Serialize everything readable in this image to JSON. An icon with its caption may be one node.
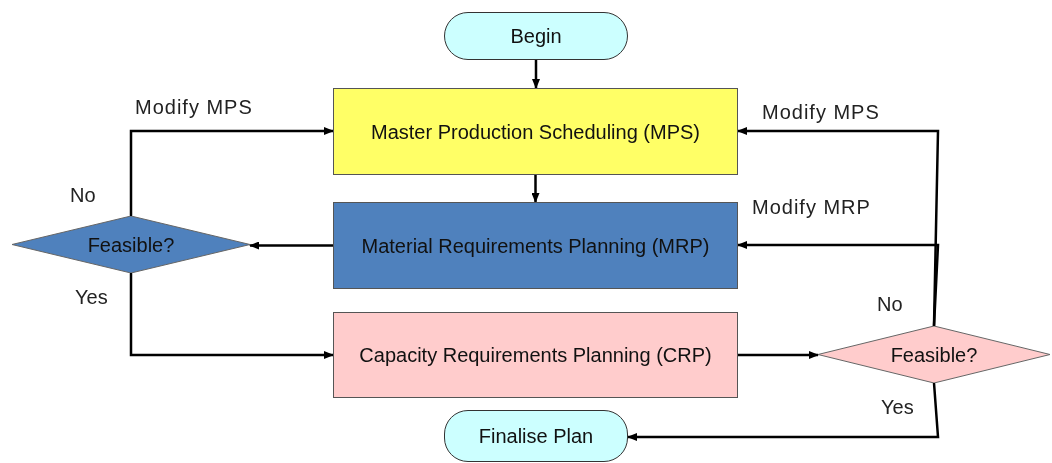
{
  "diagram": {
    "nodes": [
      {
        "text": [
          "Begin"
        ]
      },
      {
        "text": [
          "Master Production Scheduling (MPS)"
        ]
      },
      {
        "text": [
          "Material Requirements Planning (MRP)"
        ]
      },
      {
        "text": [
          "Capacity Requirements Planning (CRP)"
        ]
      },
      {
        "text": [
          "Feasible?"
        ]
      },
      {
        "text": [
          "Feasible?"
        ]
      },
      {
        "text": [
          "Finalise Plan"
        ]
      }
    ],
    "edges": [
      {
        "from": 0,
        "to": 1,
        "arrow": "to"
      },
      {
        "from": 1,
        "to": 2,
        "arrow": "to"
      },
      {
        "from": 2,
        "to": 4,
        "arrow": "to"
      },
      {
        "from": 4,
        "to": 1,
        "arrow": "to",
        "label": "Modify MPS"
      },
      {
        "from": 4,
        "to": 3,
        "arrow": "to"
      },
      {
        "from": 3,
        "to": 5,
        "arrow": "to"
      },
      {
        "from": 5,
        "to": 1,
        "arrow": "to",
        "label": "Modify MPS"
      },
      {
        "from": 5,
        "to": 2,
        "arrow": "to",
        "label": "Modify MRP"
      },
      {
        "from": 5,
        "to": 6,
        "arrow": "to"
      }
    ],
    "labels": [
      "No",
      "Yes",
      "No",
      "Yes"
    ]
  }
}
